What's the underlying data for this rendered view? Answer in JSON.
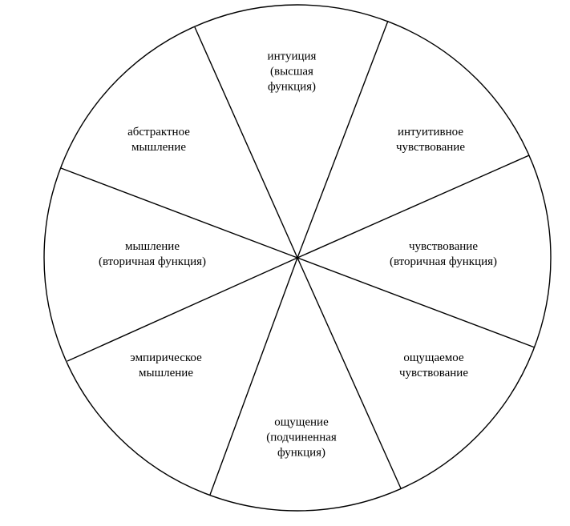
{
  "wheel": {
    "segments": [
      {
        "lines": [
          "интуиция",
          "(высшая",
          "функция)"
        ]
      },
      {
        "lines": [
          "интуитивное",
          "чувствование"
        ]
      },
      {
        "lines": [
          "чувствование",
          "(вторичная функция)"
        ]
      },
      {
        "lines": [
          "ощущаемое",
          "чувствование"
        ]
      },
      {
        "lines": [
          "ощущение",
          "(подчиненная",
          "функция)"
        ]
      },
      {
        "lines": [
          "эмпирическое",
          "мышление"
        ]
      },
      {
        "lines": [
          "мышление",
          "(вторичная функция)"
        ]
      },
      {
        "lines": [
          "абстрактное",
          "мышление"
        ]
      }
    ]
  }
}
